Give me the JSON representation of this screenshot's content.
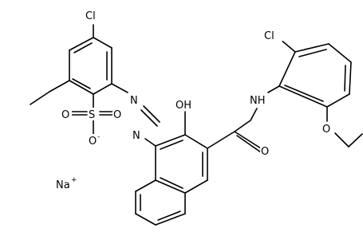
{
  "structure": {
    "atoms": {
      "cl_top_left": {
        "text": "Cl"
      },
      "cl_top_right": {
        "text": "Cl"
      },
      "oh": {
        "text": "OH"
      },
      "nh": {
        "text": "NH"
      },
      "n_azo_1": {
        "text": "N"
      },
      "n_azo_2": {
        "text": "N"
      },
      "s": {
        "text": "S"
      },
      "o_s_left": {
        "text": "O"
      },
      "o_s_right": {
        "text": "O"
      },
      "o_minus": {
        "text": "O"
      },
      "o_minus_charge": {
        "text": "-"
      },
      "o_amide": {
        "text": "O"
      },
      "o_ether": {
        "text": "O"
      },
      "na": {
        "text": "Na"
      },
      "na_charge": {
        "text": "+"
      }
    }
  }
}
